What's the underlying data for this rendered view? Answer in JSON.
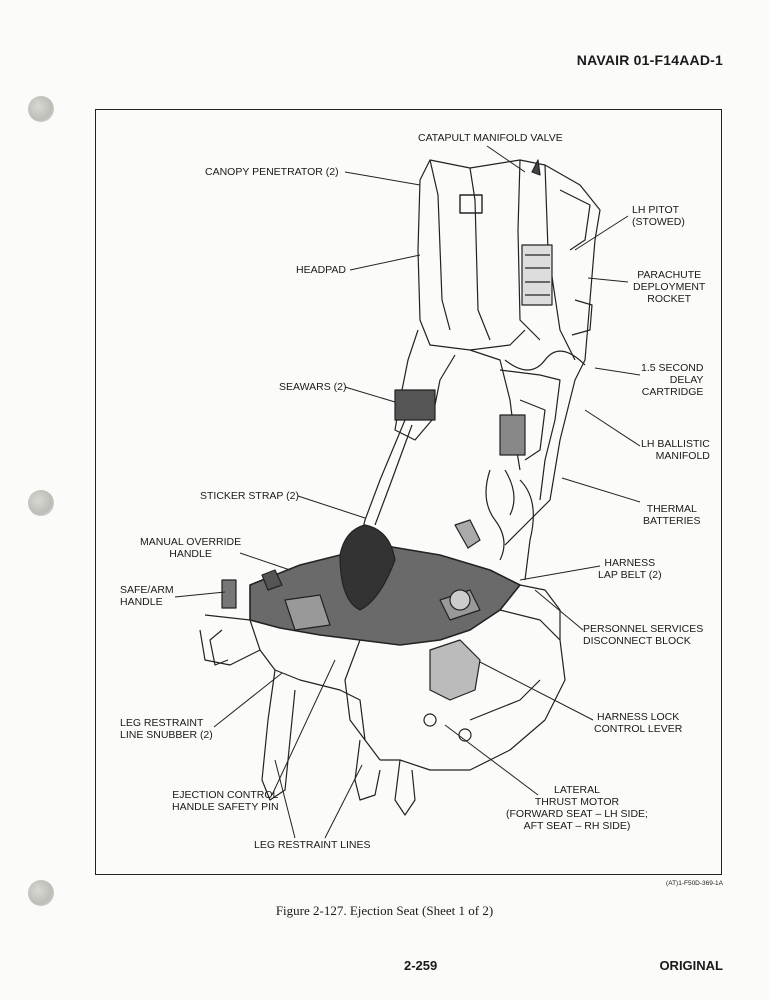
{
  "header": {
    "doc_id": "NAVAIR 01-F14AAD-1"
  },
  "figure": {
    "labels": {
      "catapult": "CATAPULT MANIFOLD VALVE",
      "canopy": "CANOPY PENETRATOR (2)",
      "headpad": "HEADPAD",
      "seawars": "SEAWARS (2)",
      "sticker": "STICKER STRAP (2)",
      "manual": "MANUAL OVERRIDE\nHANDLE",
      "safearm": "SAFE/ARM\nHANDLE",
      "legsnub": "LEG RESTRAINT\nLINE SNUBBER (2)",
      "ejectpin": "EJECTION CONTROL\nHANDLE SAFETY PIN",
      "leglines": "LEG RESTRAINT LINES",
      "pitot": "LH PITOT\n(STOWED)",
      "parachute": "PARACHUTE\nDEPLOYMENT\nROCKET",
      "delay": "1.5 SECOND\nDELAY\nCARTRIDGE",
      "ballistic": "LH BALLISTIC\nMANIFOLD",
      "thermal": "THERMAL\nBATTERIES",
      "harness": "HARNESS\nLAP BELT (2)",
      "personnel": "PERSONNEL SERVICES\nDISCONNECT BLOCK",
      "lock": "HARNESS LOCK\nCONTROL LEVER",
      "lateral": "LATERAL\nTHRUST MOTOR\n(FORWARD SEAT – LH SIDE;\nAFT SEAT – RH SIDE)"
    },
    "ref": "(AT)1-F50D-369-1A",
    "caption": "Figure 2-127.  Ejection Seat (Sheet 1 of 2)"
  },
  "footer": {
    "page": "2-259",
    "status": "ORIGINAL"
  }
}
